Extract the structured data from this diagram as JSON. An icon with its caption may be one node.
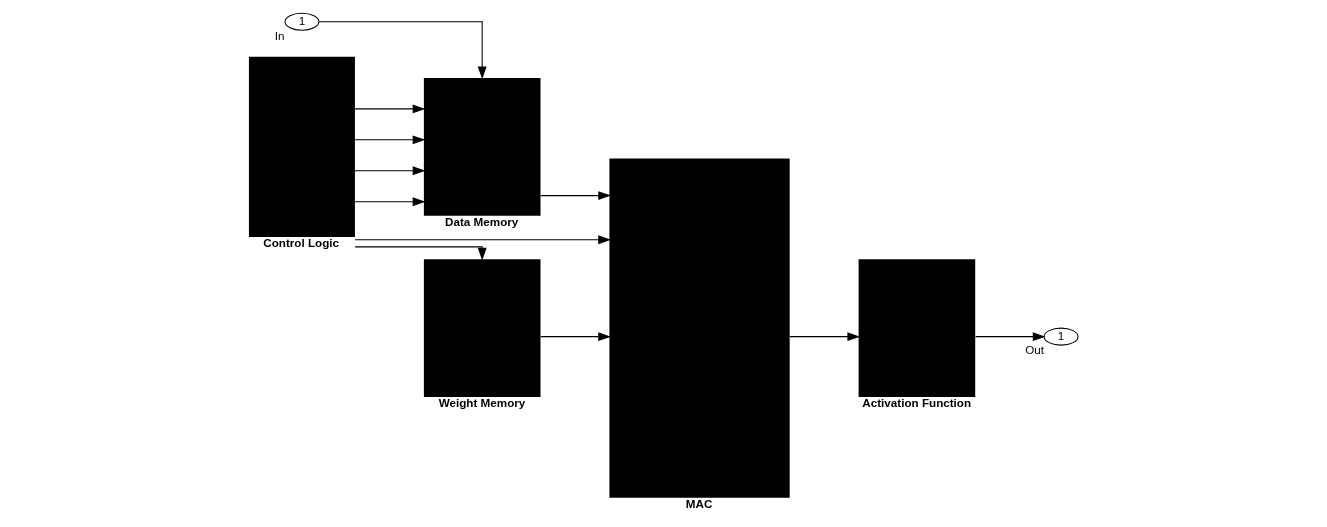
{
  "diagram": {
    "nodes": [
      {
        "text": [
          "1"
        ],
        "beside": [
          "In"
        ]
      },
      {
        "text": [
          "Control Logic"
        ]
      },
      {
        "text": [
          "Data Memory"
        ]
      },
      {
        "text": [
          "Weight Memory"
        ]
      },
      {
        "text": [
          "MAC"
        ]
      },
      {
        "text": [
          "Activation Function"
        ]
      },
      {
        "text": [
          "1"
        ],
        "beside": [
          "Out"
        ]
      }
    ],
    "edges": [
      {
        "from": 0,
        "to": 2,
        "arrow": "to"
      },
      {
        "from": 1,
        "to": 2,
        "arrow": "to"
      },
      {
        "from": 1,
        "to": 2,
        "arrow": "to"
      },
      {
        "from": 1,
        "to": 2,
        "arrow": "to"
      },
      {
        "from": 1,
        "to": 2,
        "arrow": "to"
      },
      {
        "from": 1,
        "to": 3,
        "arrow": "to"
      },
      {
        "from": 1,
        "to": 4,
        "arrow": "to"
      },
      {
        "from": 2,
        "to": 4,
        "arrow": "to"
      },
      {
        "from": 3,
        "to": 4,
        "arrow": "to"
      },
      {
        "from": 4,
        "to": 5,
        "arrow": "to"
      },
      {
        "from": 5,
        "to": 6,
        "arrow": "to"
      }
    ]
  }
}
